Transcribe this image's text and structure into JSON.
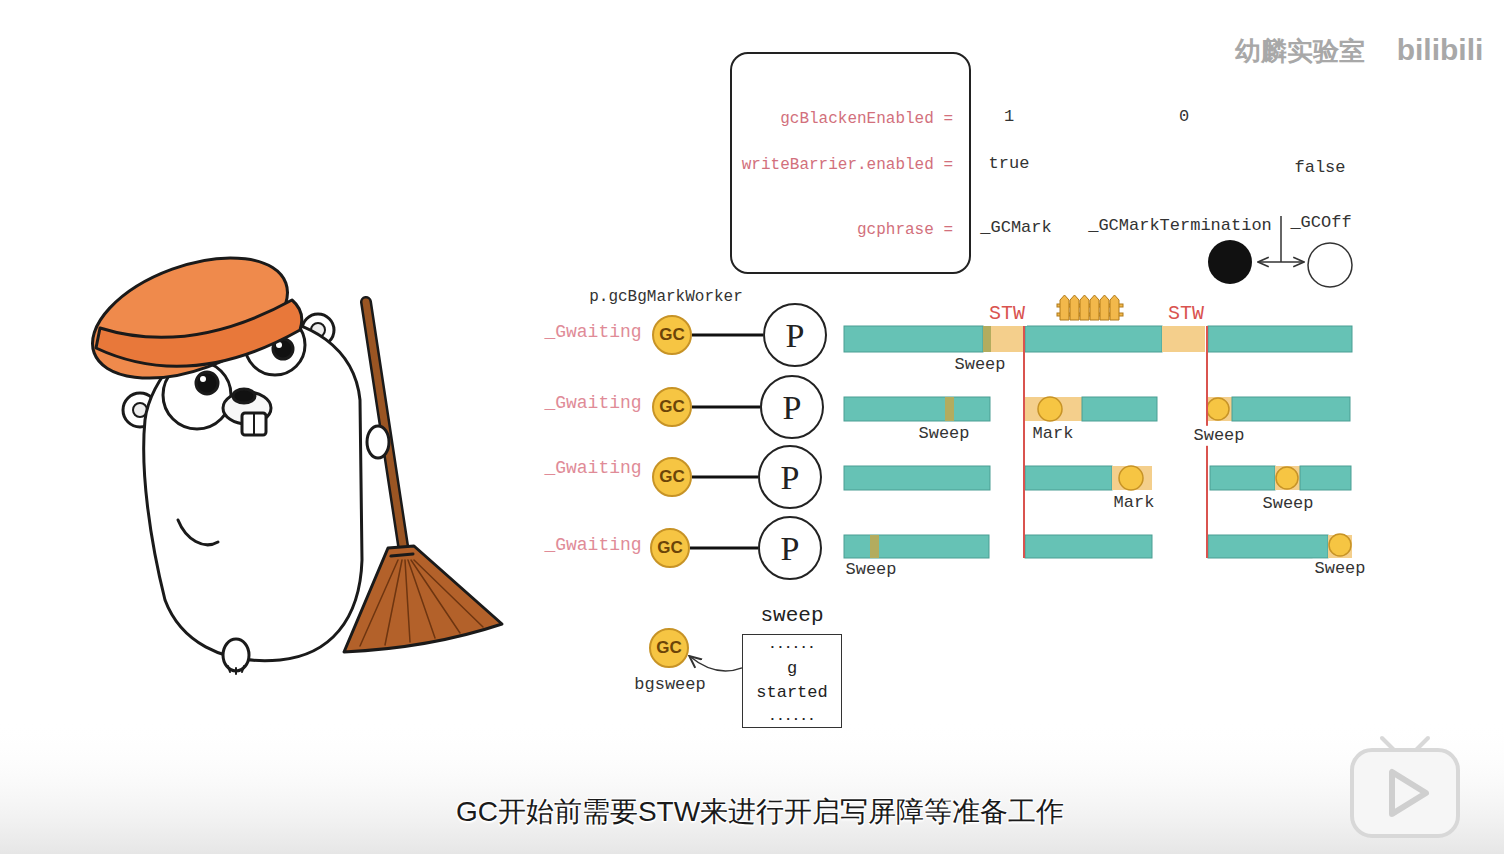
{
  "diagram": {
    "caption": "GC开始前需要STW来进行开启写屏障等准备工作",
    "nodes": [
      {
        "text": [
          "gcBlackenEnabled =",
          "writeBarrier.enabled =",
          "gcphrase ="
        ]
      },
      {
        "text": [
          "GC"
        ]
      },
      {
        "text": [
          "P"
        ]
      },
      {
        "text": [
          "GC"
        ]
      },
      {
        "text": [
          "P"
        ]
      },
      {
        "text": [
          "GC"
        ]
      },
      {
        "text": [
          "P"
        ]
      },
      {
        "text": [
          "GC"
        ]
      },
      {
        "text": [
          "P"
        ]
      },
      {
        "text": [
          "GC"
        ]
      },
      {
        "text": [
          "sweep",
          "......",
          "g started",
          "......"
        ]
      }
    ],
    "edges": [
      {
        "from": 1,
        "to": 2,
        "arrow": "none"
      },
      {
        "from": 3,
        "to": 4,
        "arrow": "none"
      },
      {
        "from": 5,
        "to": 6,
        "arrow": "none"
      },
      {
        "from": 7,
        "to": 8,
        "arrow": "none"
      },
      {
        "from": 10,
        "to": 9,
        "arrow": "to"
      }
    ],
    "labels": [
      "1",
      "0",
      "true",
      "false",
      "_GCMark",
      "_GCMarkTermination",
      "_GCOff",
      "p.gcBgMarkWorker",
      "_Gwaiting",
      "_Gwaiting",
      "_Gwaiting",
      "_Gwaiting",
      "STW",
      "STW",
      "Sweep",
      "Sweep",
      "Mark",
      "Sweep",
      "Mark",
      "Sweep",
      "Sweep",
      "Sweep",
      "bgsweep",
      "幼麟实验室",
      "bilibili"
    ]
  }
}
